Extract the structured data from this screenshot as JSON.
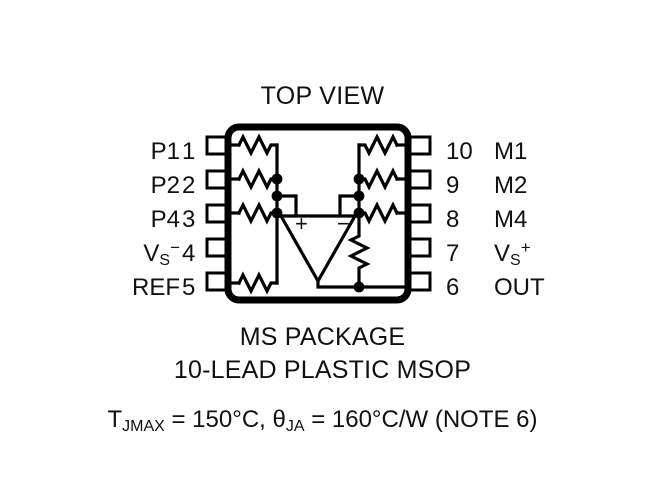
{
  "figure": {
    "title": "TOP VIEW",
    "package_name": "MS PACKAGE",
    "package_description": "10-LEAD PLASTIC MSOP",
    "thermal": {
      "tjmax_symbol": "T",
      "tjmax_sub": "JMAX",
      "tjmax_value": " = 150°C, ",
      "theta_symbol": "θ",
      "theta_sub": "JA",
      "theta_value": " = 160°C/W (NOTE 6)",
      "full_text": "TJMAX = 150°C, θJA = 160°C/W (NOTE 6)"
    },
    "colors": {
      "background": "#ffffff",
      "ink": "#000000",
      "text": "#111111"
    }
  },
  "pins": {
    "left": [
      {
        "number": "1",
        "name": "P1",
        "name_base": "P1",
        "name_sub": "",
        "name_sup": ""
      },
      {
        "number": "2",
        "name": "P2",
        "name_base": "P2",
        "name_sub": "",
        "name_sup": ""
      },
      {
        "number": "3",
        "name": "P4",
        "name_base": "P4",
        "name_sub": "",
        "name_sup": ""
      },
      {
        "number": "4",
        "name": "VS-",
        "name_base": "V",
        "name_sub": "S",
        "name_sup": "−"
      },
      {
        "number": "5",
        "name": "REF",
        "name_base": "REF",
        "name_sub": "",
        "name_sup": ""
      }
    ],
    "right": [
      {
        "number": "10",
        "name": "M1",
        "name_base": "M1",
        "name_sub": "",
        "name_sup": ""
      },
      {
        "number": "9",
        "name": "M2",
        "name_base": "M2",
        "name_sub": "",
        "name_sup": ""
      },
      {
        "number": "8",
        "name": "M4",
        "name_base": "M4",
        "name_sub": "",
        "name_sup": ""
      },
      {
        "number": "7",
        "name": "VS+",
        "name_base": "V",
        "name_sub": "S",
        "name_sup": "+"
      },
      {
        "number": "6",
        "name": "OUT",
        "name_base": "OUT",
        "name_sub": "",
        "name_sup": ""
      }
    ]
  },
  "schematic": {
    "amplifier": {
      "noninverting_input": "+",
      "inverting_input": "−"
    },
    "resistors": {
      "left_count": 4,
      "right_count": 4,
      "description": "internal gain-setting resistor network"
    }
  }
}
